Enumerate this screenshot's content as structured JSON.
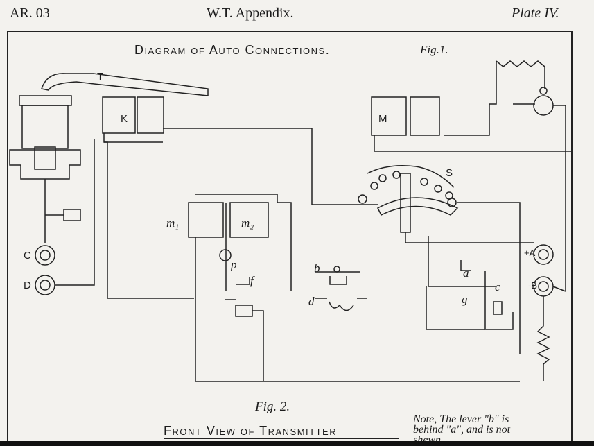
{
  "header": {
    "left": "AR. 03",
    "center": "W.T. Appendix.",
    "right": "Plate IV."
  },
  "fig1": {
    "title": "Diagram of Auto Connections.",
    "tag": "Fig.1."
  },
  "fig2": {
    "tag": "Fig. 2.",
    "title": "Front View of Transmitter"
  },
  "labels": {
    "T": "T",
    "K": "K",
    "M": "M",
    "S": "S",
    "m1": "m₁",
    "m2": "m₂",
    "p": "p",
    "f": "f",
    "b": "b",
    "d": "d",
    "a": "a",
    "g": "g",
    "c": "c",
    "C": "C",
    "D": "D",
    "A": "+A",
    "B": "-B"
  },
  "note": {
    "line1": "Note, The lever \"b\" is",
    "line2": "behind \"a\", and is not",
    "line3": "shewn."
  }
}
